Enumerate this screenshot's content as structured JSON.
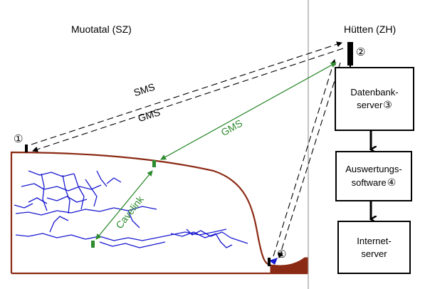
{
  "regions": {
    "left": "Muotatal (SZ)",
    "right": "Hütten (ZH)"
  },
  "links": {
    "sms": "SMS",
    "gms_black": "GMS",
    "gms_green": "GMS",
    "cavelink": "Cavelink"
  },
  "markers": {
    "station_top_left": "①",
    "station_bottom": "①",
    "station_right": "②",
    "db_num": "③",
    "eval_num": "④"
  },
  "boxes": {
    "database_line1": "Datenbank-",
    "database_line2": "server",
    "evaluation_line1": "Auswertungs-",
    "evaluation_line2": "software",
    "internet_line1": "Internet-",
    "internet_line2": "server"
  },
  "colors": {
    "terrain": "#8b2a14",
    "cave": "#1a1ad0",
    "green_link": "#2e8b2e",
    "divider": "#b0b0b0",
    "water": "#8b2a14"
  }
}
